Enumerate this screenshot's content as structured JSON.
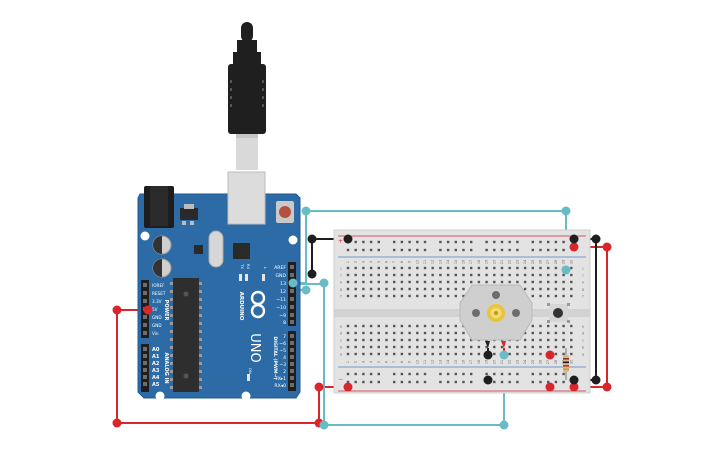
{
  "board": {
    "brand_text": "ARDUINO",
    "model_text": "UNO",
    "power_header_text": "POWER",
    "analog_header_text": "ANALOG IN",
    "digital_header_text": "DIGITAL (PWM~)",
    "pin_labels_left": [
      "IOREF",
      "RESET",
      "3.3V",
      "5V",
      "GND",
      "GND",
      "Vin"
    ],
    "analog_pins": [
      "A0",
      "A1",
      "A2",
      "A3",
      "A4",
      "A5"
    ],
    "digital_pins_top": [
      "AREF",
      "GND",
      "13",
      "12",
      "~11",
      "~10",
      "~9",
      "8"
    ],
    "digital_pins_bottom": [
      "7",
      "~6",
      "~5",
      "4",
      "~3",
      "2",
      "TX▸1",
      "RX◂0"
    ],
    "led_labels": [
      "TX",
      "RX",
      "L",
      "ON"
    ],
    "color_pcb": "#2c6ba6",
    "color_chip": "#2e2e2e"
  },
  "breadboard": {
    "column_numbers": [
      "1",
      "2",
      "3",
      "4",
      "5",
      "6",
      "7",
      "8",
      "9",
      "10",
      "11",
      "12",
      "13",
      "14",
      "15",
      "16",
      "17",
      "18",
      "19",
      "20",
      "21",
      "22",
      "23",
      "24",
      "25",
      "26",
      "27",
      "28",
      "29",
      "30"
    ],
    "row_letters_top": [
      "j",
      "i",
      "h",
      "g",
      "f"
    ],
    "row_letters_bottom": [
      "e",
      "d",
      "c",
      "b",
      "a"
    ],
    "rail_plus": "+",
    "rail_minus": "−"
  },
  "colors": {
    "wire_red": "#d9262b",
    "wire_black": "#1e1e1e",
    "wire_teal": "#69bcc6",
    "motor_gear": "#e9c53a",
    "motor_body": "#cfcfcf"
  },
  "icons": [
    "usb-cable-icon",
    "dc-motor-icon",
    "pushbutton-icon",
    "resistor-icon"
  ]
}
